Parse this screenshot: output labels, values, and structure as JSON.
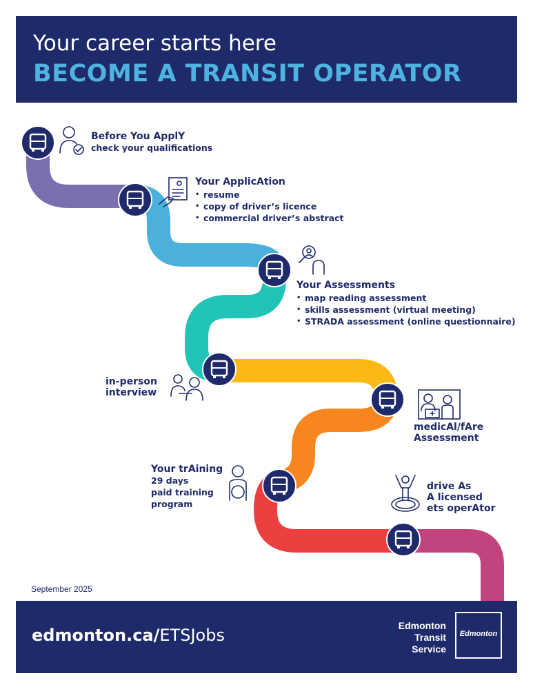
{
  "header": {
    "subtitle": "Your career starts here",
    "title": "BECOME A TRANSIT OPERATOR"
  },
  "steps": [
    {
      "title": "Before You ApplY",
      "text": "check your qualifications"
    },
    {
      "title": "Your ApplicAtion",
      "items": [
        "resume",
        "copy of driver’s licence",
        "commercial driver’s abstract"
      ]
    },
    {
      "title": "Your Assessments",
      "items": [
        "map reading assessment",
        "skills assessment (virtual meeting)",
        "STRADA assessment (online questionnaire)"
      ]
    },
    {
      "title": "in-person",
      "title2": "interview"
    },
    {
      "title": "medicAl/fAre",
      "title2": "Assessment"
    },
    {
      "title": "Your trAining",
      "lines": [
        "29 days",
        "paid training",
        "program"
      ]
    },
    {
      "title": "drive As",
      "title2": "A licensed",
      "title3": "ets operAtor"
    }
  ],
  "road_colors": [
    "#7b6fb0",
    "#4cb0dc",
    "#22c4b8",
    "#fdb913",
    "#f7861e",
    "#ec3f3f",
    "#c2447f"
  ],
  "accent": "#1f2a6b",
  "date": "September 2025",
  "footer": {
    "url_bold": "edmonton.ca/",
    "url_rest": "ETSJobs",
    "service_lines": [
      "Edmonton",
      "Transit",
      "Service"
    ],
    "logo_text": "Edmonton"
  },
  "icons": [
    "bus-icon",
    "person-check-icon",
    "document-hand-icon",
    "magnifier-person-icon",
    "interview-icon",
    "medical-exam-icon",
    "steering-person-icon",
    "celebrating-driver-icon"
  ]
}
